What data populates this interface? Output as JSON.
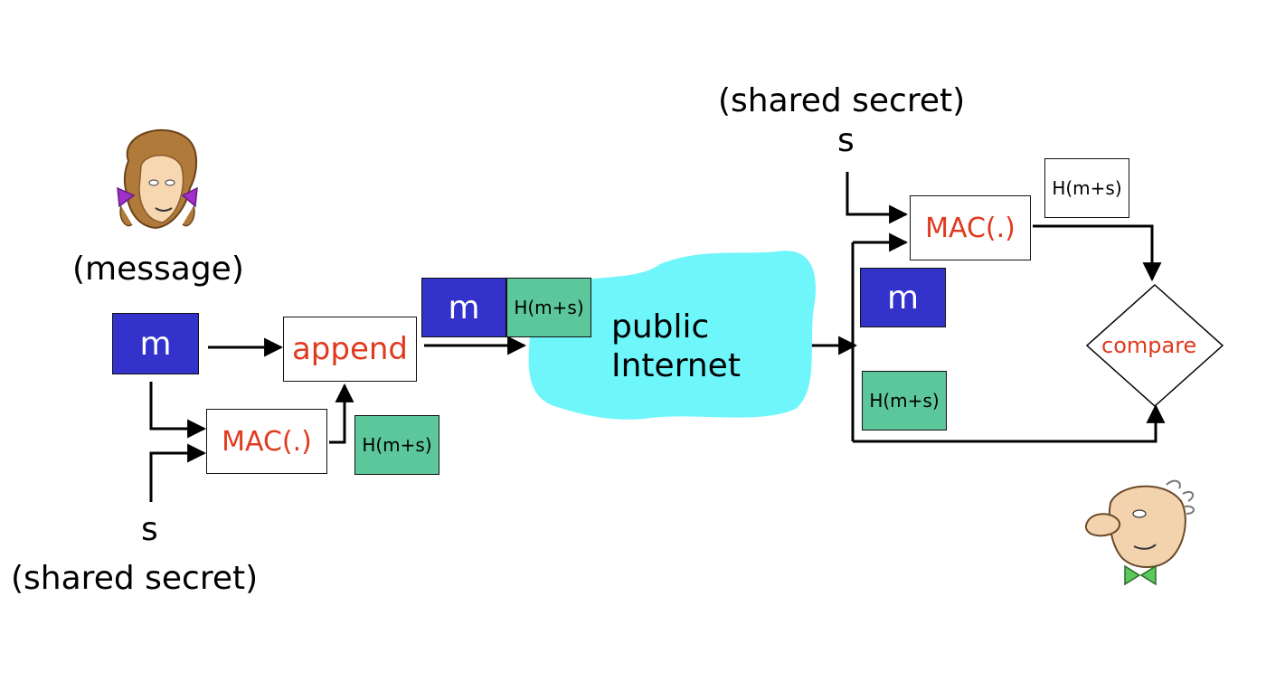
{
  "sender": {
    "message_label": "(message)",
    "m_label": "m",
    "append_label": "append",
    "mac_label": "MAC(.)",
    "hash_label": "H(m+s)",
    "s_label": "s",
    "shared_secret_label": "(shared secret)"
  },
  "packet": {
    "m_label": "m",
    "hash_label": "H(m+s)"
  },
  "network": {
    "line1": "public",
    "line2": "Internet"
  },
  "receiver": {
    "shared_secret_label": "(shared secret)",
    "s_label": "s",
    "mac_label": "MAC(.)",
    "hash_label": "H(m+s)",
    "m_label": "m",
    "received_hash_label": "H(m+s)",
    "compare_label": "compare"
  },
  "colors": {
    "message_block": "#3333cc",
    "hash_block": "#5cc79a",
    "cloud": "#6ef6fb",
    "function_text": "#e03a1e"
  }
}
